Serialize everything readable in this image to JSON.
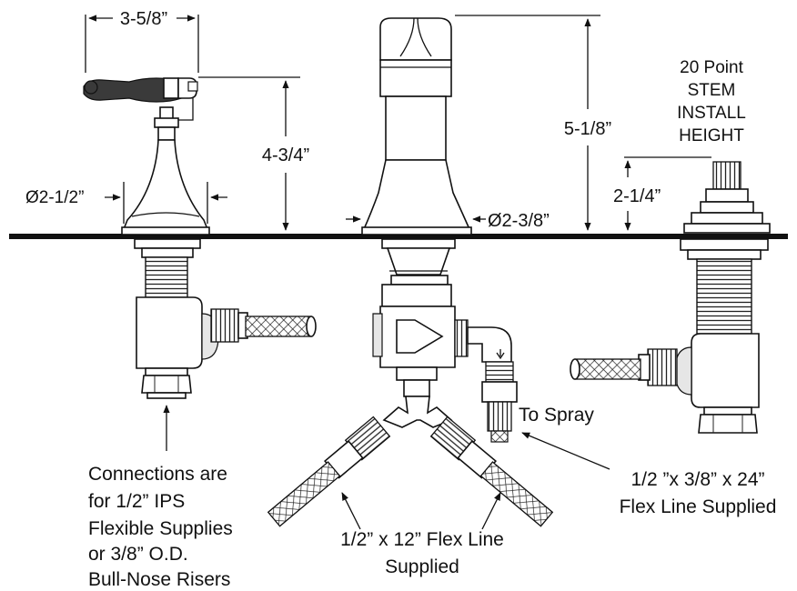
{
  "dimensions": {
    "handle_width": "3-5/8”",
    "handle_height": "4-3/4”",
    "handle_base_dia": "Ø2-1/2”",
    "spout_height": "5-1/8”",
    "spout_base_dia": "Ø2-3/8”",
    "stem_height": "2-1/4”"
  },
  "stem_label": [
    "20 Point",
    "STEM",
    "INSTALL",
    "HEIGHT"
  ],
  "notes": {
    "connections": [
      "Connections are",
      "for 1/2” IPS",
      "Flexible Supplies",
      "or 3/8” O.D.",
      "Bull-Nose Risers"
    ],
    "flex_12": [
      "1/2” x 12” Flex Line",
      "Supplied"
    ],
    "flex_24": [
      "1/2 ”x 3/8” x 24”",
      "Flex Line Supplied"
    ],
    "to_spray": "To Spray"
  }
}
